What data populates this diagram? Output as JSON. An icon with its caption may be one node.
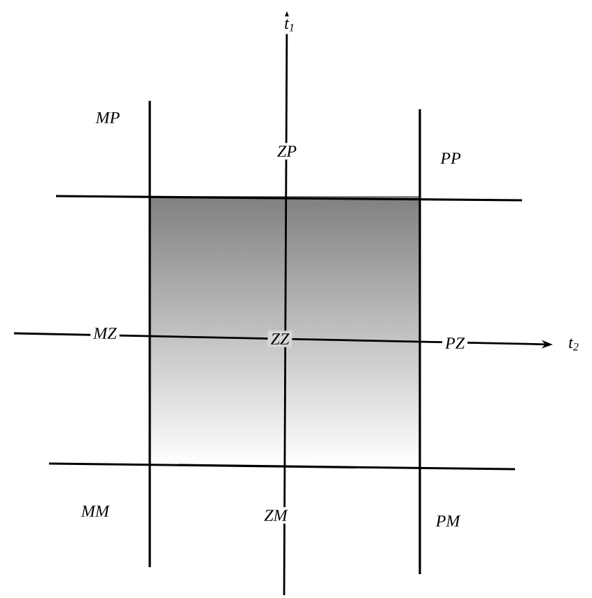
{
  "diagram": {
    "labels": [
      "t$_{1}$",
      "MP",
      "ZP",
      "PP",
      "MZ",
      "ZZ",
      "PZ",
      "t$_{2}$",
      "MM",
      "ZM",
      "PM"
    ]
  }
}
